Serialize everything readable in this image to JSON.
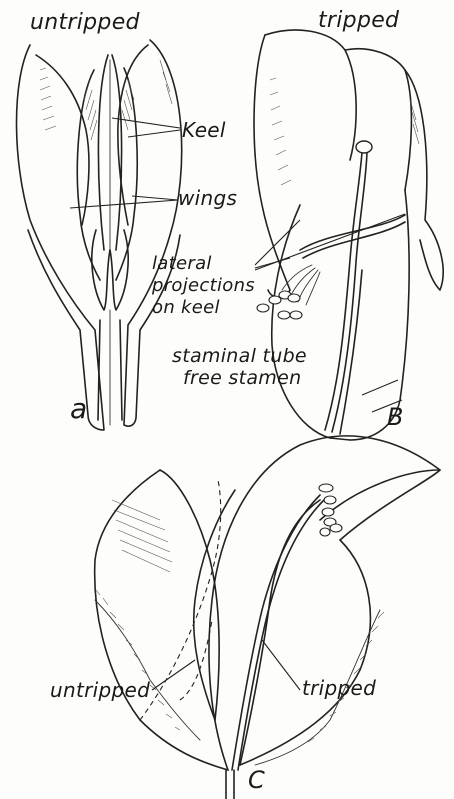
{
  "figure": {
    "panel_a": {
      "title": "untripped",
      "letter": "a",
      "labels": {
        "keel": "Keel",
        "wings": "wings"
      }
    },
    "panel_b": {
      "title": "tripped",
      "letter": "B",
      "labels": {
        "lateral_1": "lateral",
        "lateral_2": "projections",
        "lateral_3": "on keel",
        "staminal_tube": "staminal tube",
        "free_stamen": "free stamen"
      }
    },
    "panel_c": {
      "letter": "C",
      "labels": {
        "untripped": "untripped",
        "tripped": "tripped"
      }
    }
  }
}
